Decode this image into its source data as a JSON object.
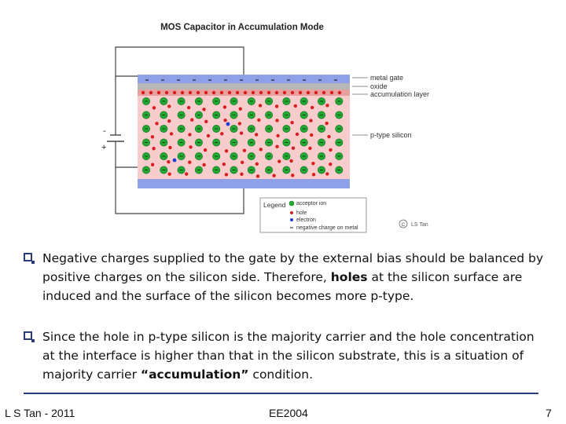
{
  "figure": {
    "title": "MOS Capacitor in Accumulation Mode",
    "labels": {
      "metal_gate": "metal gate",
      "oxide": "oxide",
      "accumulation_layer": "accumulation layer",
      "p_type_silicon": "p-type silicon"
    },
    "battery": {
      "minus": "-",
      "plus": "+"
    },
    "legend": {
      "title": "Legend",
      "items": [
        "acceptor ion",
        "hole",
        "electron",
        "negative charge on metal"
      ]
    },
    "copyright": {
      "symbol": "C",
      "author": "LS Tan"
    },
    "colors": {
      "metal_gate": "#8ea0e8",
      "oxide": "#b7b7b7",
      "accumulation_layer": "#e89f9f",
      "silicon": "#f7cccc",
      "acceptor_ion": "#22aa33",
      "hole": "#d81e1e",
      "electron": "#1e3cd8"
    }
  },
  "bullets": [
    {
      "parts": [
        {
          "text": "Negative charges supplied to the gate by the external bias should be balanced by positive charges on the silicon side.  Therefore, ",
          "bold": false
        },
        {
          "text": "holes",
          "bold": true
        },
        {
          "text": " at the silicon surface are induced and the surface of the silicon becomes more p-type.",
          "bold": false
        }
      ]
    },
    {
      "parts": [
        {
          "text": "Since the hole in p-type silicon is the majority carrier and the hole concentration at the interface is higher than that in the silicon substrate, this is a situation of majority carrier ",
          "bold": false
        },
        {
          "text": "“accumulation”",
          "bold": true
        },
        {
          "text": " condition.",
          "bold": false
        }
      ]
    }
  ],
  "footer": {
    "left": "L S Tan - 2011",
    "center": "EE2004",
    "right": "7"
  }
}
